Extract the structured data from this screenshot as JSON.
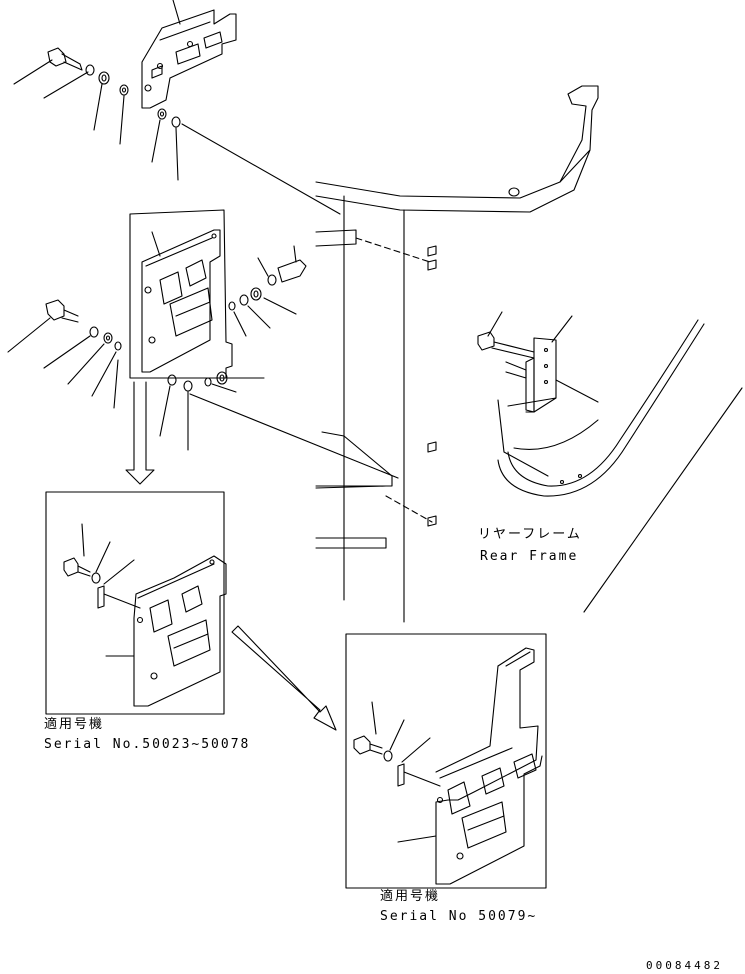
{
  "labels": {
    "rear_frame_jp": "リヤーフレーム",
    "rear_frame_en": "Rear Frame",
    "applicable_1_jp": "適用号機",
    "applicable_1_serial": "Serial No.50023~50078",
    "applicable_2_jp": "適用号機",
    "applicable_2_serial": "Serial No 50079~",
    "drawing_code": "00084482"
  }
}
